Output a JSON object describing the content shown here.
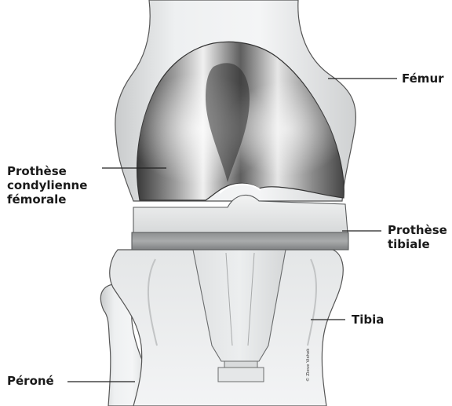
{
  "labels": {
    "femur": "Fémur",
    "femoral_prosthesis": [
      "Prothèse",
      "condylienne",
      "fémorale"
    ],
    "tibial_prosthesis": [
      "Prothèse",
      "tibiale"
    ],
    "tibia": "Tibia",
    "fibula": "Péroné"
  },
  "credit": "© Zieve Vishek"
}
